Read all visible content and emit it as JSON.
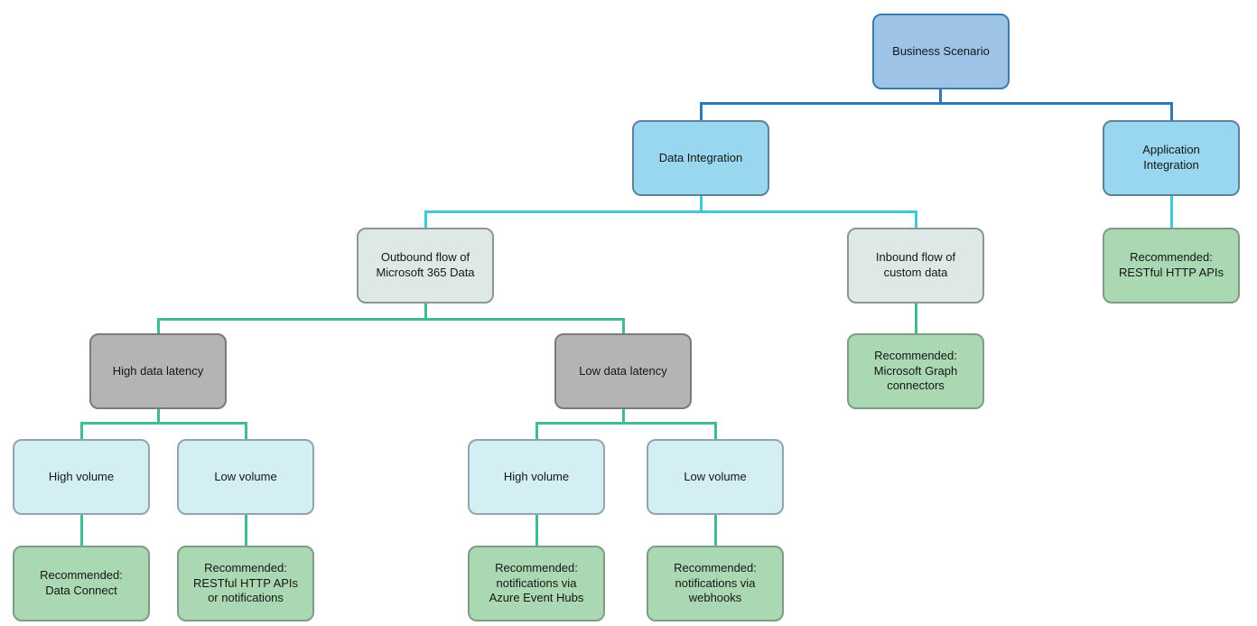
{
  "diagram": {
    "type": "decision-tree",
    "description": "Microsoft 365 integration technology decision flowchart",
    "palette": {
      "root_fill": "#9dc3e6",
      "branch_fill": "#98d7ef",
      "flow_fill": "#dee9e7",
      "latency_fill": "#b4b4b4",
      "volume_fill": "#d3eff3",
      "recommendation_fill": "#a9d8b2",
      "edge_level1": "#2e7ab8",
      "edge_level2": "#40c8da",
      "edge_level3": "#43bb90"
    },
    "nodes": {
      "business_scenario": {
        "label": "Business Scenario"
      },
      "data_integration": {
        "label": "Data Integration"
      },
      "application_integration": {
        "label": "Application\nIntegration"
      },
      "outbound_flow": {
        "label": "Outbound flow of\nMicrosoft 365 Data"
      },
      "inbound_flow": {
        "label": "Inbound flow of\ncustom data"
      },
      "rec_restful_apis": {
        "label": "Recommended:\nRESTful HTTP APIs"
      },
      "high_data_latency": {
        "label": "High data latency"
      },
      "low_data_latency": {
        "label": "Low data latency"
      },
      "rec_graph_connectors": {
        "label": "Recommended:\nMicrosoft Graph\nconnectors"
      },
      "high_volume_high_latency": {
        "label": "High volume"
      },
      "low_volume_high_latency": {
        "label": "Low volume"
      },
      "high_volume_low_latency": {
        "label": "High volume"
      },
      "low_volume_low_latency": {
        "label": "Low volume"
      },
      "rec_data_connect": {
        "label": "Recommended:\nData Connect"
      },
      "rec_restful_or_notifications": {
        "label": "Recommended:\nRESTful HTTP APIs\nor notifications"
      },
      "rec_event_hubs": {
        "label": "Recommended:\nnotifications via\nAzure Event Hubs"
      },
      "rec_webhooks": {
        "label": "Recommended:\nnotifications via\nwebhooks"
      }
    },
    "edges": [
      {
        "from": "business_scenario",
        "to": "data_integration",
        "color": "#2e7ab8"
      },
      {
        "from": "business_scenario",
        "to": "application_integration",
        "color": "#2e7ab8"
      },
      {
        "from": "data_integration",
        "to": "outbound_flow",
        "color": "#40c8da"
      },
      {
        "from": "data_integration",
        "to": "inbound_flow",
        "color": "#40c8da"
      },
      {
        "from": "application_integration",
        "to": "rec_restful_apis",
        "color": "#40c8da"
      },
      {
        "from": "outbound_flow",
        "to": "high_data_latency",
        "color": "#43bb90"
      },
      {
        "from": "outbound_flow",
        "to": "low_data_latency",
        "color": "#43bb90"
      },
      {
        "from": "inbound_flow",
        "to": "rec_graph_connectors",
        "color": "#43bb90"
      },
      {
        "from": "high_data_latency",
        "to": "high_volume_high_latency",
        "color": "#43bb90"
      },
      {
        "from": "high_data_latency",
        "to": "low_volume_high_latency",
        "color": "#43bb90"
      },
      {
        "from": "low_data_latency",
        "to": "high_volume_low_latency",
        "color": "#43bb90"
      },
      {
        "from": "low_data_latency",
        "to": "low_volume_low_latency",
        "color": "#43bb90"
      },
      {
        "from": "high_volume_high_latency",
        "to": "rec_data_connect",
        "color": "#43bb90"
      },
      {
        "from": "low_volume_high_latency",
        "to": "rec_restful_or_notifications",
        "color": "#43bb90"
      },
      {
        "from": "high_volume_low_latency",
        "to": "rec_event_hubs",
        "color": "#43bb90"
      },
      {
        "from": "low_volume_low_latency",
        "to": "rec_webhooks",
        "color": "#43bb90"
      }
    ]
  }
}
